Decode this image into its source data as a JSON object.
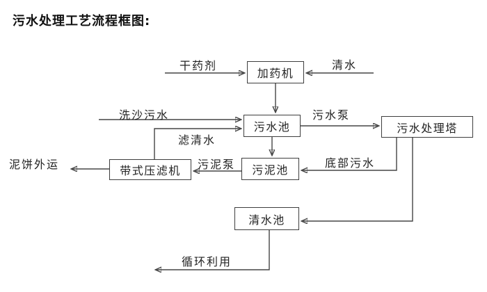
{
  "title": "污水处理工艺流程框图:",
  "nodes": {
    "dosing_machine": "加药机",
    "sewage_pool": "污水池",
    "treatment_tower": "污水处理塔",
    "belt_filter_press": "带式压滤机",
    "sludge_pool": "污泥池",
    "clean_water_pool": "清水池"
  },
  "labels": {
    "dry_agent": "干药剂",
    "clean_water": "清水",
    "sand_washing_sewage": "洗沙污水",
    "filtered_water": "滤清水",
    "sewage_pump": "污水泵",
    "bottom_sewage": "底部污水",
    "sludge_pump": "污泥泵",
    "mud_cake_out": "泥饼外运",
    "recycle_use": "循环利用"
  },
  "edges": [
    {
      "from": "dry_agent_input",
      "to": "dosing_machine",
      "label": "干药剂"
    },
    {
      "from": "clean_water_input",
      "to": "dosing_machine",
      "label": "清水"
    },
    {
      "from": "dosing_machine",
      "to": "sewage_pool",
      "label": ""
    },
    {
      "from": "sand_washing_input",
      "to": "sewage_pool",
      "label": "洗沙污水"
    },
    {
      "from": "belt_filter_press",
      "to": "sewage_pool",
      "label": "滤清水"
    },
    {
      "from": "sewage_pool",
      "to": "treatment_tower",
      "label": "污水泵"
    },
    {
      "from": "sewage_pool",
      "to": "sludge_pool",
      "label": ""
    },
    {
      "from": "treatment_tower",
      "to": "sludge_pool",
      "label": "底部污水"
    },
    {
      "from": "treatment_tower",
      "to": "clean_water_pool",
      "label": ""
    },
    {
      "from": "sludge_pool",
      "to": "belt_filter_press",
      "label": "污泥泵"
    },
    {
      "from": "belt_filter_press",
      "to": "outside",
      "label": "泥饼外运"
    },
    {
      "from": "clean_water_pool",
      "to": "reuse",
      "label": "循环利用"
    }
  ],
  "colors": {
    "background": "#ffffff",
    "line": "#454545",
    "text": "#1f1f1f",
    "box_border": "#3d3d3d"
  }
}
